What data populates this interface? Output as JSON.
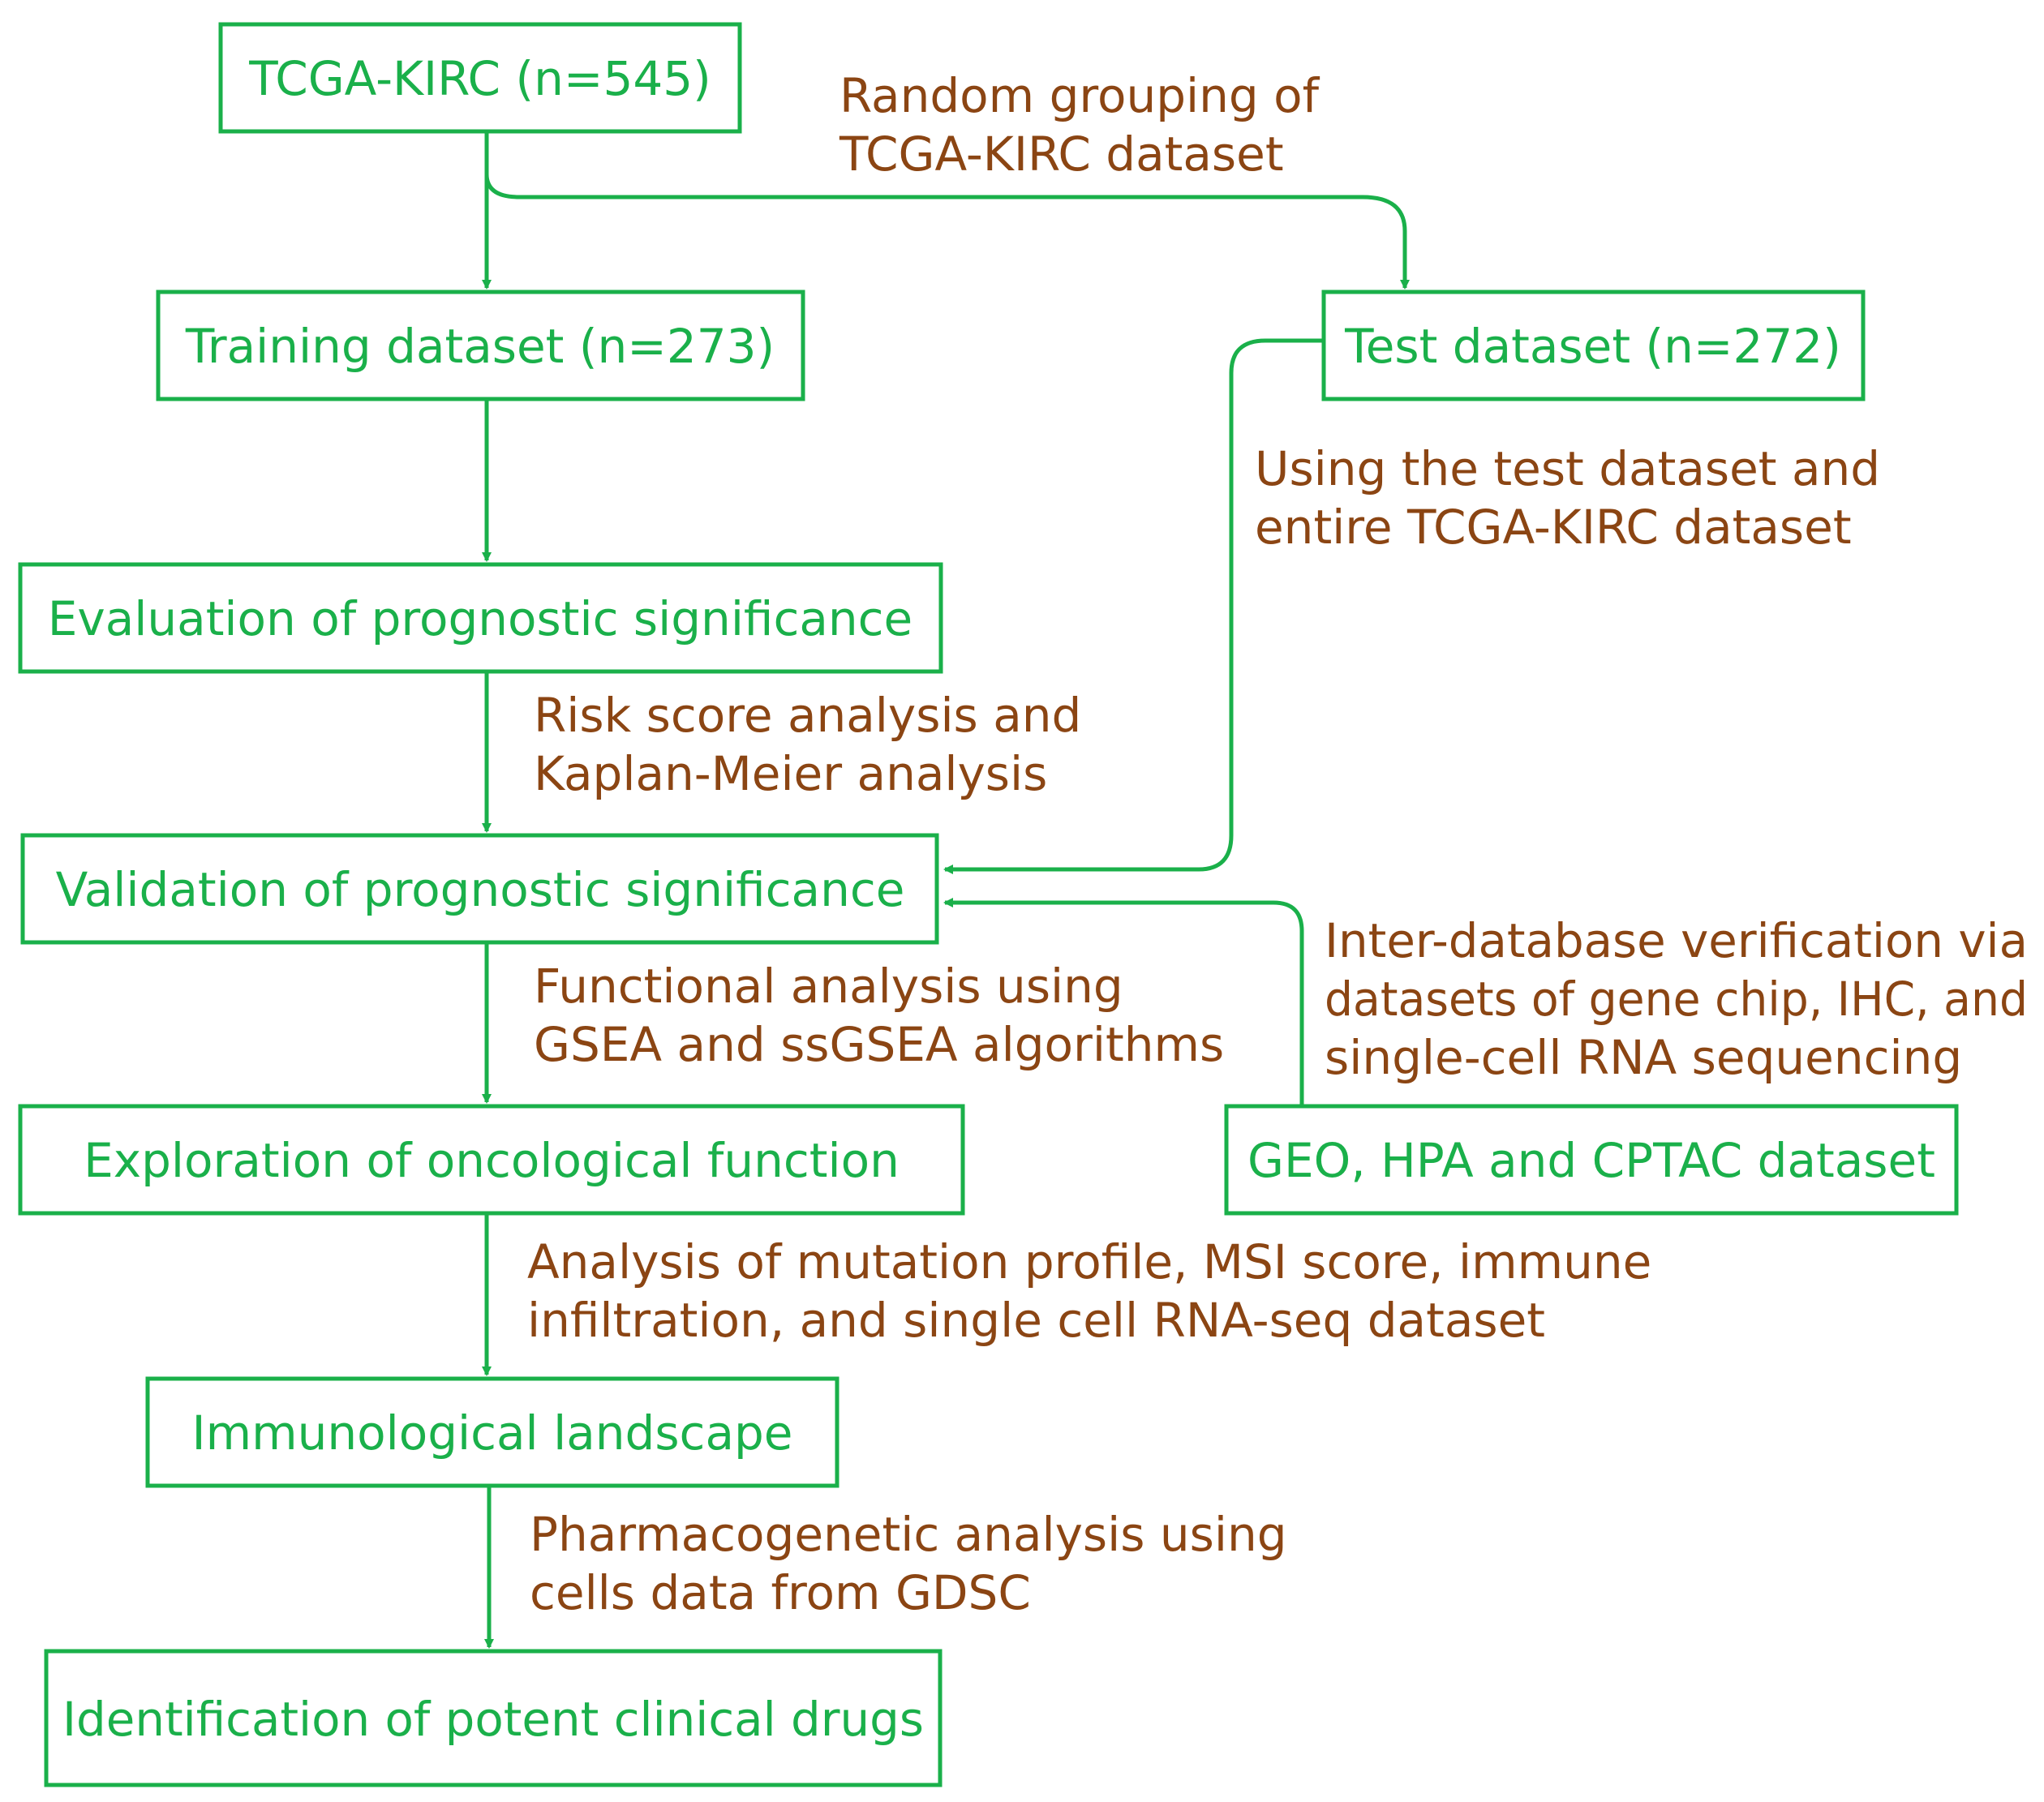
{
  "colors": {
    "box_stroke": "#1ab04a",
    "box_text": "#1ab04a",
    "arrow": "#1ab04a",
    "annotation_text": "#8b4513",
    "background": "#ffffff"
  },
  "boxes": {
    "tcga": "TCGA-KIRC (n=545)",
    "training": "Training dataset (n=273)",
    "test": "Test dataset (n=272)",
    "evaluation": "Evaluation of prognostic significance",
    "validation": "Validation of prognostic significance",
    "exploration": "Exploration of oncological function",
    "geo": "GEO, HPA and CPTAC dataset",
    "immuno": "Immunological landscape",
    "drugs": "Identification of potent clinical drugs"
  },
  "annotations": {
    "random": [
      "Random grouping of",
      "TCGA-KIRC dataset"
    ],
    "using_test": [
      "Using the test dataset and",
      "entire TCGA-KIRC dataset"
    ],
    "risk": [
      "Risk score analysis and",
      "Kaplan-Meier analysis"
    ],
    "functional": [
      "Functional analysis using",
      "GSEA and ssGSEA algorithms"
    ],
    "inter": [
      "Inter-database verification via",
      "datasets of gene chip, IHC, and",
      "single-cell RNA sequencing"
    ],
    "mutation": [
      "Analysis of mutation profile, MSI score, immune",
      "infiltration, and single cell RNA-seq dataset"
    ],
    "pharma": [
      "Pharmacogenetic analysis using",
      "cells data from GDSC"
    ]
  }
}
